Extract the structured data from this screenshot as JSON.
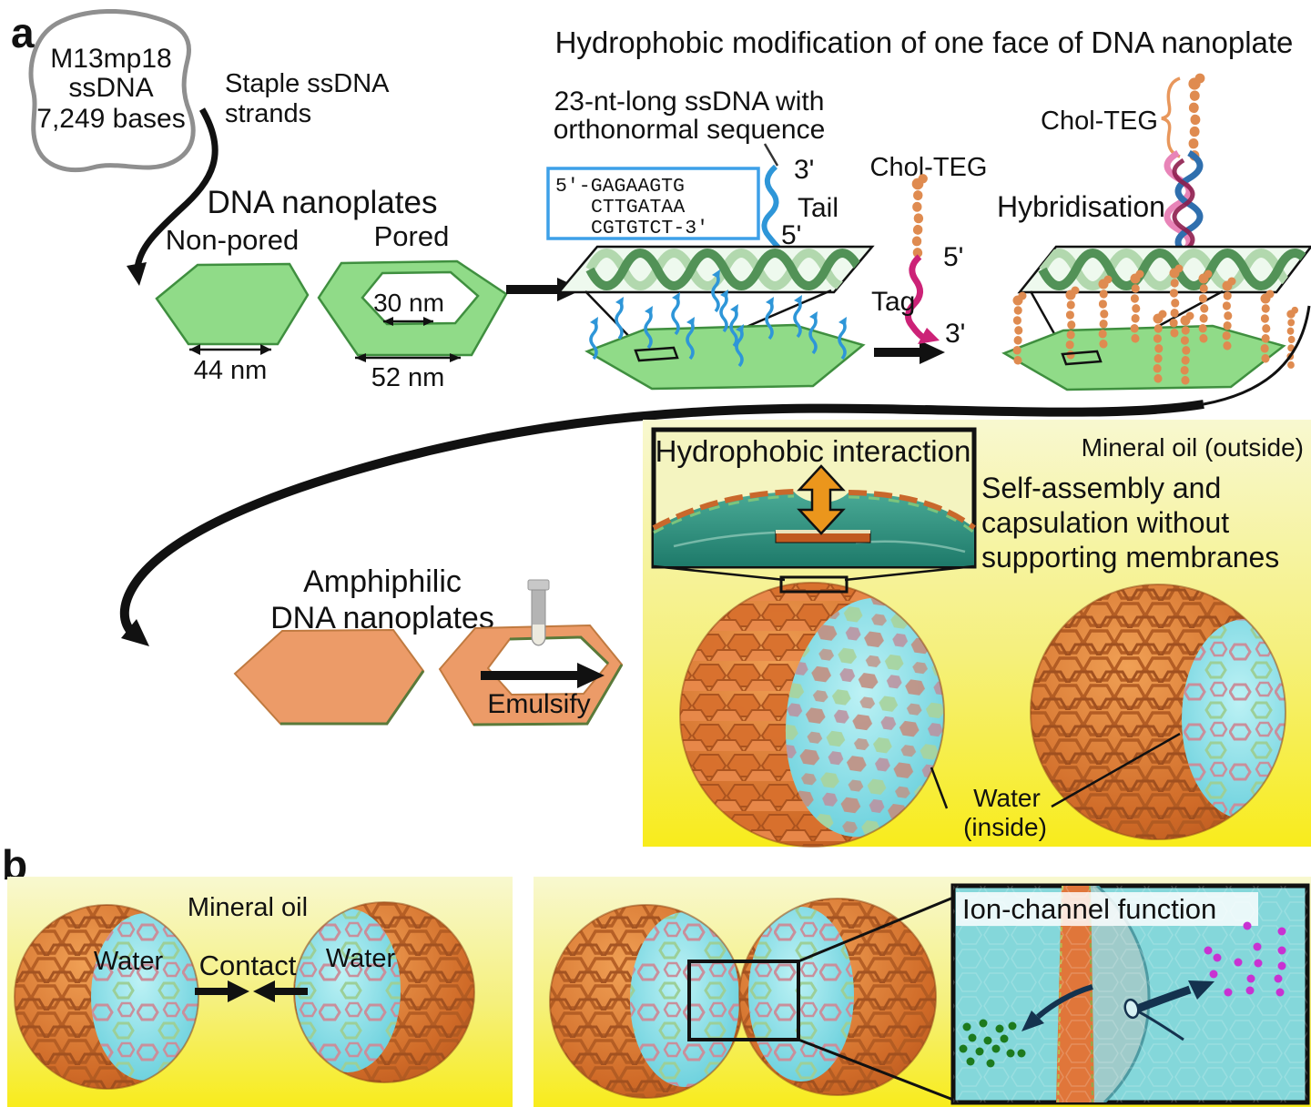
{
  "colors": {
    "green_plate": "#90db88",
    "green_plate_edge": "#3f8f3f",
    "orange_plate": "#ec9b68",
    "yellow_bg_top": "#f8f8d0",
    "yellow_bg_bottom": "#f8ec1c",
    "cyan_water": "#6fd2de",
    "blue_tail": "#2e96d8",
    "magenta_tag": "#cc2277",
    "orange_chol": "#df8b50",
    "red_highlight": "#d8341f",
    "navy_arrow": "#14324e",
    "magenta_ion": "#c832d2",
    "green_ion": "#1d7a1d"
  },
  "panel_a": {
    "label": "a",
    "scaffold": {
      "lines": [
        "M13mp18",
        "ssDNA",
        "7,249 bases"
      ]
    },
    "staple": {
      "line1": "Staple ssDNA",
      "line2": "strands"
    },
    "nanoplates": {
      "title": "DNA nanoplates",
      "nonpored_label": "Non-pored",
      "pored_label": "Pored",
      "nonpored_width": "44 nm",
      "pore_width": "30 nm",
      "pored_width": "52 nm"
    },
    "modification": {
      "title": "Hydrophobic modification of one face of DNA nanoplate",
      "ssdna_caption_1": "23-nt-long ssDNA with",
      "ssdna_caption_2": "orthonormal sequence",
      "sequence_lines": [
        "5'-GAGAAGTG",
        "CTTGATAA",
        "CGTGTCT-3'"
      ],
      "tail_3prime": "3'",
      "tail_label": "Tail",
      "tail_5prime": "5'",
      "chol_teg_mid": "Chol-TEG",
      "tag_5prime": "5'",
      "tag_label": "Tag",
      "tag_3prime": "3'",
      "hybridisation": "Hybridisation",
      "chol_teg_top": "Chol-TEG"
    },
    "amphiphilic": {
      "line1": "Amphiphilic",
      "line2": "DNA nanoplates",
      "emulsify": "Emulsify"
    },
    "assembly": {
      "hydrophobic": "Hydrophobic interaction",
      "mineral_oil": "Mineral oil (outside)",
      "selfassembly_lines": [
        "Self-assembly and",
        "capsulation without",
        "supporting membranes"
      ],
      "water_line1": "Water",
      "water_line2": "(inside)"
    }
  },
  "panel_b": {
    "label": "b",
    "mineral_oil": "Mineral oil",
    "water_left": "Water",
    "water_right": "Water",
    "contact": "Contact",
    "ion_channel": "Ion-channel function"
  }
}
